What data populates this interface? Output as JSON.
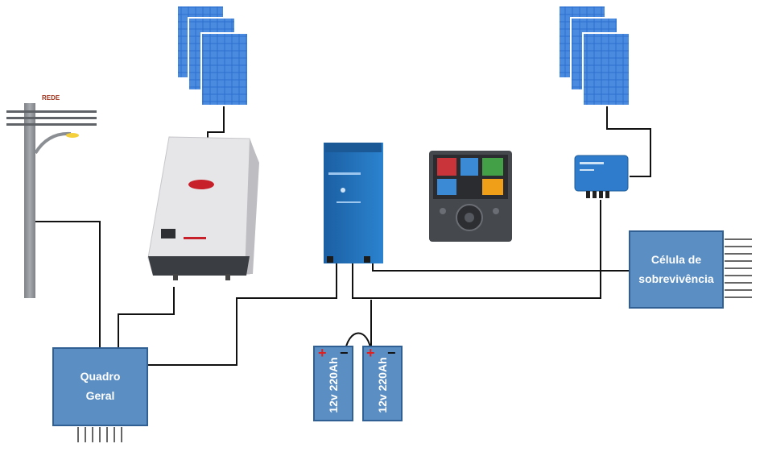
{
  "labels": {
    "rede": "REDE",
    "quadro_geral_line1": "Quadro",
    "quadro_geral_line2": "Geral",
    "celula_line1": "Célula de",
    "celula_line2": "sobrevivência",
    "battery_1": "12v 220Ah",
    "battery_2": "12v 220Ah",
    "plus": "+",
    "minus": "−"
  },
  "colors": {
    "box_fill": "#5b8ec2",
    "box_border": "#2f5f93",
    "wire": "#111111",
    "panel_blue": "#3d7ad1",
    "victron_blue": "#1f6fb5",
    "inverter_body": "#e8e8ea",
    "rede_text": "#a0331c",
    "plus_red": "#e01f1f"
  },
  "icons": [
    "utility-pole-icon",
    "solar-panel-icon",
    "grid-inverter-icon",
    "victron-inverter-icon",
    "color-control-display-icon",
    "mppt-charge-controller-icon",
    "battery-icon"
  ]
}
